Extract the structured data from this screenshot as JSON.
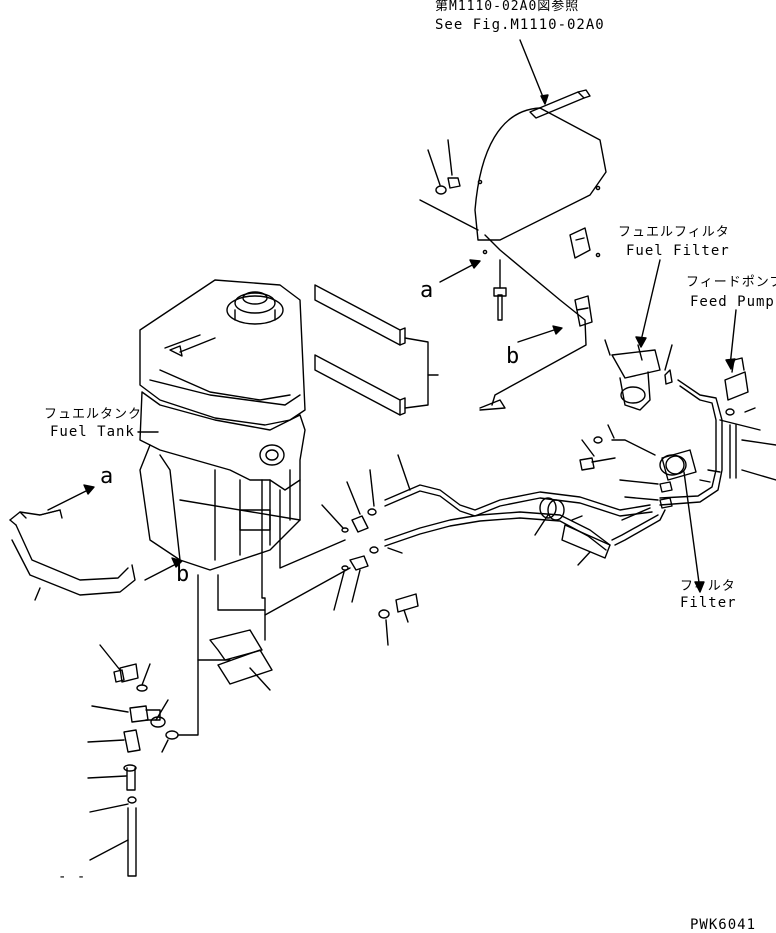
{
  "labels": {
    "ref_jp": "第M1110-02A0図参照",
    "ref_en": "See Fig.M1110-02A0",
    "fuel_filter_jp": "フュエルフィルタ",
    "fuel_filter_en": "Fuel Filter",
    "feed_pump_jp": "フィードポンプ",
    "feed_pump_en": "Feed Pump",
    "fuel_tank_jp": "フュエルタンク",
    "fuel_tank_en": "Fuel Tank",
    "filter_jp": "フィルタ",
    "filter_en": "Filter",
    "view_a_1": "a",
    "view_b_1": "b",
    "view_a_2": "a",
    "view_b_2": "b",
    "dash": "- -",
    "drawing_code": "PWK6041"
  }
}
